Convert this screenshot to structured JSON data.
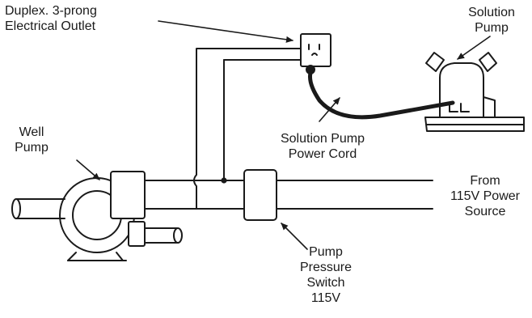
{
  "labels": {
    "outlet": [
      "Duplex. 3-prong",
      "Electrical Outlet"
    ],
    "solution_pump": [
      "Solution",
      "Pump"
    ],
    "well_pump": [
      "Well",
      "Pump"
    ],
    "power_cord": [
      "Solution Pump",
      "Power Cord"
    ],
    "power_source": [
      "From",
      "115V Power",
      "Source"
    ],
    "pressure_switch": [
      "Pump",
      "Pressure",
      "Switch",
      "115V"
    ]
  },
  "colors": {
    "ink": "#1a1a1a",
    "background": "#ffffff"
  }
}
